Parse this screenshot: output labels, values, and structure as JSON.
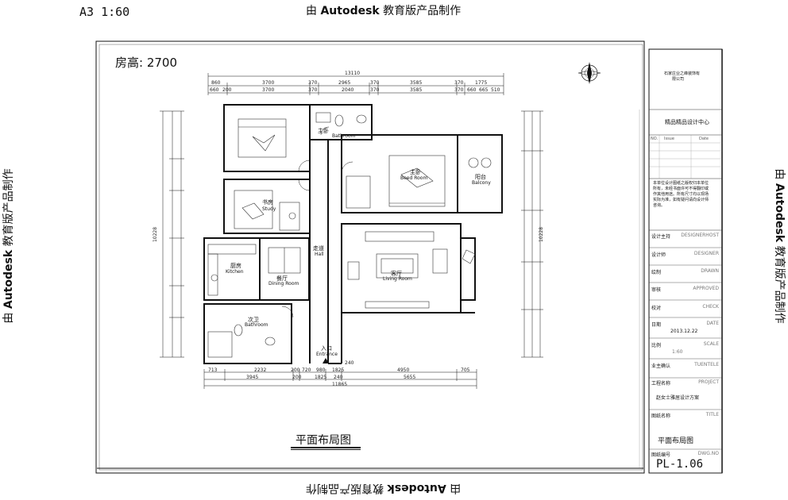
{
  "sheet": {
    "scale": "A3 1:60",
    "height_note": "房高: 2700",
    "title": "平面布局图",
    "watermark": "由 Autodesk 教育版产品制作",
    "watermark_brand": "Autodesk"
  },
  "rooms": [
    {
      "zh": "主卧",
      "en": "Bathroom"
    },
    {
      "zh": "书房",
      "en": "Study"
    },
    {
      "zh": "厨房",
      "en": "Kitchen"
    },
    {
      "zh": "餐厅",
      "en": "Dining Room"
    },
    {
      "zh": "次卫",
      "en": "Bathroom"
    },
    {
      "zh": "主卧",
      "en": "Beed Room"
    },
    {
      "zh": "阳台",
      "en": "Balcony"
    },
    {
      "zh": "走道",
      "en": "Hall"
    },
    {
      "zh": "客厅",
      "en": "Living Room"
    },
    {
      "zh": "入口",
      "en": "Entrance"
    }
  ],
  "dimensions": {
    "top_total": "13110",
    "top_row1": [
      "860",
      "3700",
      "370",
      "2965",
      "370",
      "3585",
      "370",
      "1775"
    ],
    "top_row2": [
      "660",
      "200",
      "3700",
      "370",
      "2040",
      "370",
      "3585",
      "370",
      "660",
      "665",
      "510"
    ],
    "bottom_row1": [
      "713",
      "2232",
      "200",
      "720",
      "980",
      "1825",
      "4950",
      "705"
    ],
    "bottom_row2": [
      "3945",
      "200",
      "1825",
      "240",
      "5655"
    ],
    "bottom_mid": "240",
    "bottom_total": "11865",
    "left_total": "10228",
    "right_total": "10228"
  },
  "title_block": {
    "company_line1": "石家庄业之峰装饰有",
    "company_line2": "限公司",
    "center_name": "精品精品设计中心",
    "rev_no": "NO.",
    "rev_issue": "Issue",
    "rev_date": "Date",
    "notes": "本单位设计图纸之版权归本单位所有，未经书面许可不得翻印或作其他用途。所有尺寸均以现场实际为准，如有疑问请向设计师咨询。",
    "fields": [
      {
        "zh": "设计主持",
        "en": "DESIGNERHOST"
      },
      {
        "zh": "设计师",
        "en": "DESIGNER"
      },
      {
        "zh": "绘制",
        "en": "DRAWN"
      },
      {
        "zh": "审核",
        "en": "APPROVED"
      },
      {
        "zh": "校对",
        "en": "CHECK"
      },
      {
        "zh": "日期",
        "en": "DATE",
        "value": "2013.12.22"
      },
      {
        "zh": "比例",
        "en": "SCALE",
        "value": "1:60"
      },
      {
        "zh": "业主确认",
        "en": "TUENTELE"
      },
      {
        "zh": "工程名称",
        "en": "PROJECT",
        "value": "赵女士雅居设计方案"
      },
      {
        "zh": "图纸名称",
        "en": "TITLE",
        "value": "平面布局图"
      },
      {
        "zh": "图纸编号",
        "en": "DWG.NO",
        "value": "PL-1.06"
      }
    ]
  }
}
